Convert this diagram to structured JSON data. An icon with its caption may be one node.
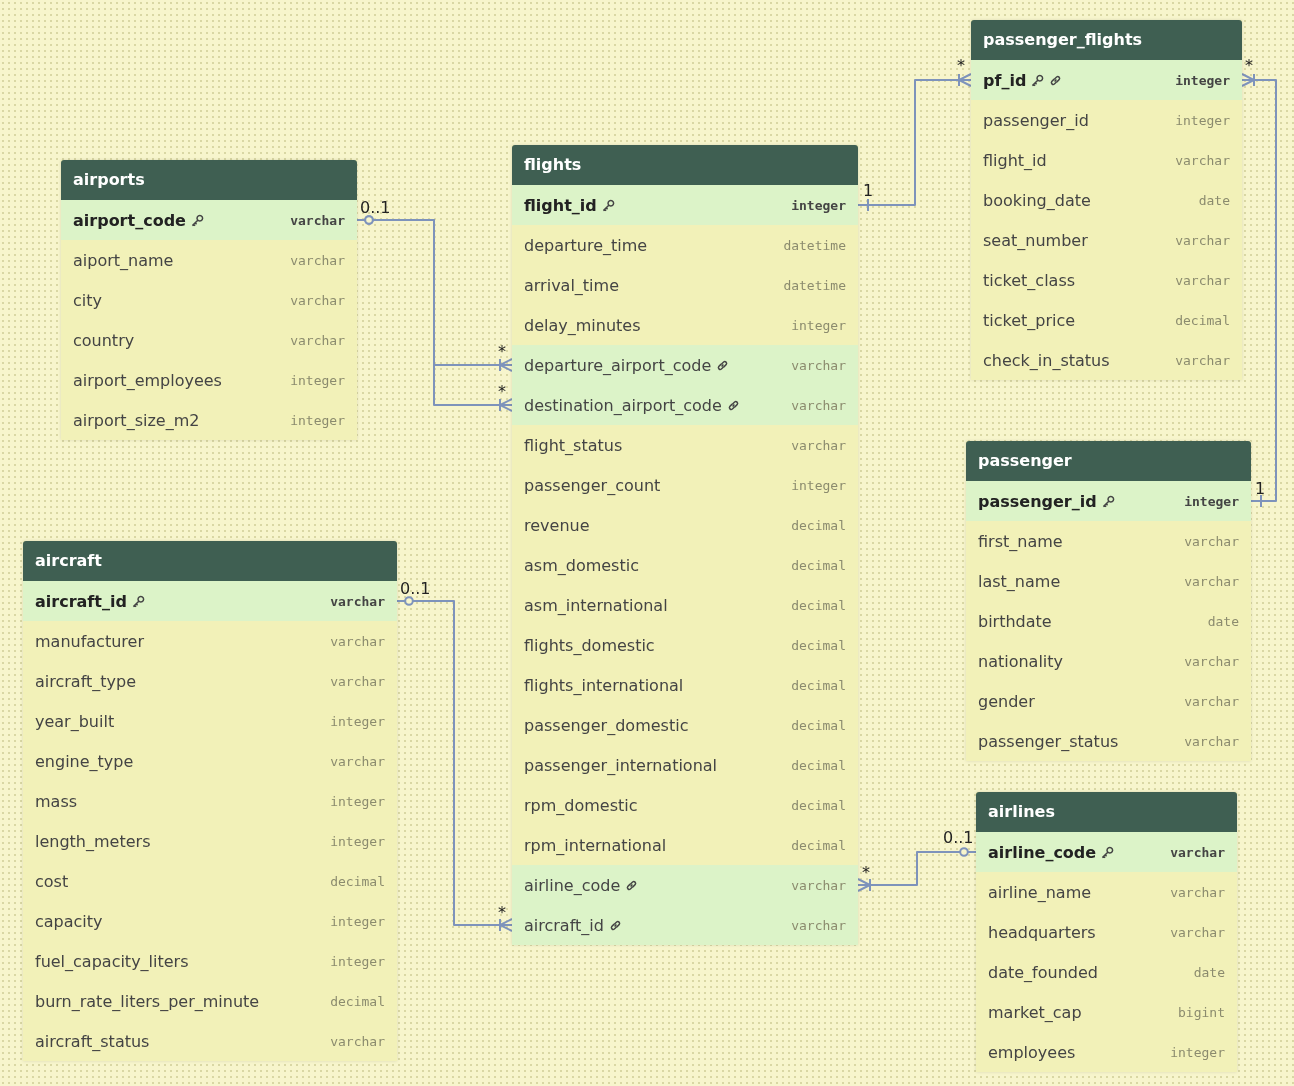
{
  "diagram": {
    "nodes": [
      {
        "text": [
          "airports"
        ]
      },
      {
        "text": [
          "airport_code",
          "varchar"
        ],
        "in": 0
      },
      {
        "text": [
          "aiport_name",
          "varchar"
        ],
        "in": 0
      },
      {
        "text": [
          "city",
          "varchar"
        ],
        "in": 0
      },
      {
        "text": [
          "country",
          "varchar"
        ],
        "in": 0
      },
      {
        "text": [
          "airport_employees",
          "integer"
        ],
        "in": 0
      },
      {
        "text": [
          "airport_size_m2",
          "integer"
        ],
        "in": 0
      },
      {
        "text": [
          "flights"
        ]
      },
      {
        "text": [
          "flight_id",
          "integer"
        ],
        "in": 7
      },
      {
        "text": [
          "departure_time",
          "datetime"
        ],
        "in": 7
      },
      {
        "text": [
          "arrival_time",
          "datetime"
        ],
        "in": 7
      },
      {
        "text": [
          "delay_minutes",
          "integer"
        ],
        "in": 7
      },
      {
        "text": [
          "departure_airport_code",
          "varchar"
        ],
        "in": 7
      },
      {
        "text": [
          "destination_airport_code",
          "varchar"
        ],
        "in": 7
      },
      {
        "text": [
          "flight_status",
          "varchar"
        ],
        "in": 7
      },
      {
        "text": [
          "passenger_count",
          "integer"
        ],
        "in": 7
      },
      {
        "text": [
          "revenue",
          "decimal"
        ],
        "in": 7
      },
      {
        "text": [
          "asm_domestic",
          "decimal"
        ],
        "in": 7
      },
      {
        "text": [
          "asm_international",
          "decimal"
        ],
        "in": 7
      },
      {
        "text": [
          "flights_domestic",
          "decimal"
        ],
        "in": 7
      },
      {
        "text": [
          "flights_international",
          "decimal"
        ],
        "in": 7
      },
      {
        "text": [
          "passenger_domestic",
          "decimal"
        ],
        "in": 7
      },
      {
        "text": [
          "passenger_international",
          "decimal"
        ],
        "in": 7
      },
      {
        "text": [
          "rpm_domestic",
          "decimal"
        ],
        "in": 7
      },
      {
        "text": [
          "rpm_international",
          "decimal"
        ],
        "in": 7
      },
      {
        "text": [
          "airline_code",
          "varchar"
        ],
        "in": 7
      },
      {
        "text": [
          "aircraft_id",
          "varchar"
        ],
        "in": 7
      },
      {
        "text": [
          "passenger_flights"
        ]
      },
      {
        "text": [
          "pf_id",
          "integer"
        ],
        "in": 27
      },
      {
        "text": [
          "passenger_id",
          "integer"
        ],
        "in": 27
      },
      {
        "text": [
          "flight_id",
          "varchar"
        ],
        "in": 27
      },
      {
        "text": [
          "booking_date",
          "date"
        ],
        "in": 27
      },
      {
        "text": [
          "seat_number",
          "varchar"
        ],
        "in": 27
      },
      {
        "text": [
          "ticket_class",
          "varchar"
        ],
        "in": 27
      },
      {
        "text": [
          "ticket_price",
          "decimal"
        ],
        "in": 27
      },
      {
        "text": [
          "check_in_status",
          "varchar"
        ],
        "in": 27
      },
      {
        "text": [
          "passenger"
        ]
      },
      {
        "text": [
          "passenger_id",
          "integer"
        ],
        "in": 36
      },
      {
        "text": [
          "first_name",
          "varchar"
        ],
        "in": 36
      },
      {
        "text": [
          "last_name",
          "varchar"
        ],
        "in": 36
      },
      {
        "text": [
          "birthdate",
          "date"
        ],
        "in": 36
      },
      {
        "text": [
          "nationality",
          "varchar"
        ],
        "in": 36
      },
      {
        "text": [
          "gender",
          "varchar"
        ],
        "in": 36
      },
      {
        "text": [
          "passenger_status",
          "varchar"
        ],
        "in": 36
      },
      {
        "text": [
          "aircraft"
        ]
      },
      {
        "text": [
          "aircraft_id",
          "varchar"
        ],
        "in": 44
      },
      {
        "text": [
          "manufacturer",
          "varchar"
        ],
        "in": 44
      },
      {
        "text": [
          "aircraft_type",
          "varchar"
        ],
        "in": 44
      },
      {
        "text": [
          "year_built",
          "integer"
        ],
        "in": 44
      },
      {
        "text": [
          "engine_type",
          "varchar"
        ],
        "in": 44
      },
      {
        "text": [
          "mass",
          "integer"
        ],
        "in": 44
      },
      {
        "text": [
          "length_meters",
          "integer"
        ],
        "in": 44
      },
      {
        "text": [
          "cost",
          "decimal"
        ],
        "in": 44
      },
      {
        "text": [
          "capacity",
          "integer"
        ],
        "in": 44
      },
      {
        "text": [
          "fuel_capacity_liters",
          "integer"
        ],
        "in": 44
      },
      {
        "text": [
          "burn_rate_liters_per_minute",
          "decimal"
        ],
        "in": 44
      },
      {
        "text": [
          "aircraft_status",
          "varchar"
        ],
        "in": 44
      },
      {
        "text": [
          "airlines"
        ]
      },
      {
        "text": [
          "airline_code",
          "varchar"
        ],
        "in": 57
      },
      {
        "text": [
          "airline_name",
          "varchar"
        ],
        "in": 57
      },
      {
        "text": [
          "headquarters",
          "varchar"
        ],
        "in": 57
      },
      {
        "text": [
          "date_founded",
          "date"
        ],
        "in": 57
      },
      {
        "text": [
          "market_cap",
          "bigint"
        ],
        "in": 57
      },
      {
        "text": [
          "employees",
          "integer"
        ],
        "in": 57
      }
    ],
    "edges": [
      {
        "from": 1,
        "to": 12,
        "arrow": "other"
      },
      {
        "from": 1,
        "to": 13,
        "arrow": "other"
      },
      {
        "from": 8,
        "to": 28,
        "arrow": "other"
      },
      {
        "from": 37,
        "to": 28,
        "arrow": "other"
      },
      {
        "from": 45,
        "to": 26,
        "arrow": "other"
      },
      {
        "from": 58,
        "to": 25,
        "arrow": "other"
      }
    ],
    "labels": [
      "*",
      "*",
      "1",
      "0..1",
      "*",
      "*",
      "1",
      "0..1",
      "0..1",
      "*",
      "*"
    ]
  }
}
